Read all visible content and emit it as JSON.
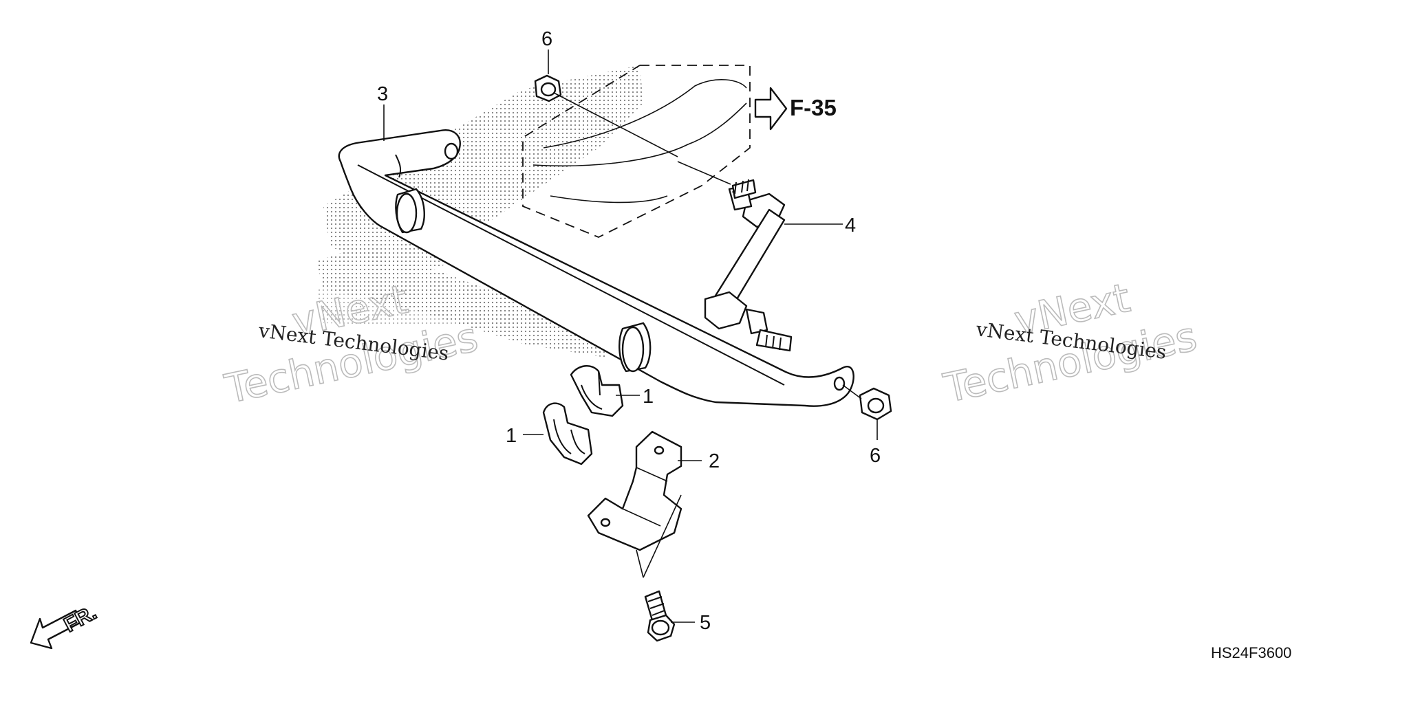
{
  "callouts": {
    "c6_top": "6",
    "c3": "3",
    "c4": "4",
    "c1_upper": "1",
    "c1_lower": "1",
    "c2": "2",
    "c6_bottom": "6",
    "c5": "5"
  },
  "reference": "F-35",
  "front_marker": "FR.",
  "diagram_code": "HS24F3600",
  "watermarks": {
    "left_small": "vNext Technologies",
    "left_big_1": "vNext",
    "left_big_2": "Technologies",
    "right_small": "vNext Technologies",
    "right_big_1": "vNext",
    "right_big_2": "Technologies"
  },
  "colors": {
    "ink": "#111111",
    "watermark": "#bbbbbb",
    "background": "#ffffff"
  }
}
